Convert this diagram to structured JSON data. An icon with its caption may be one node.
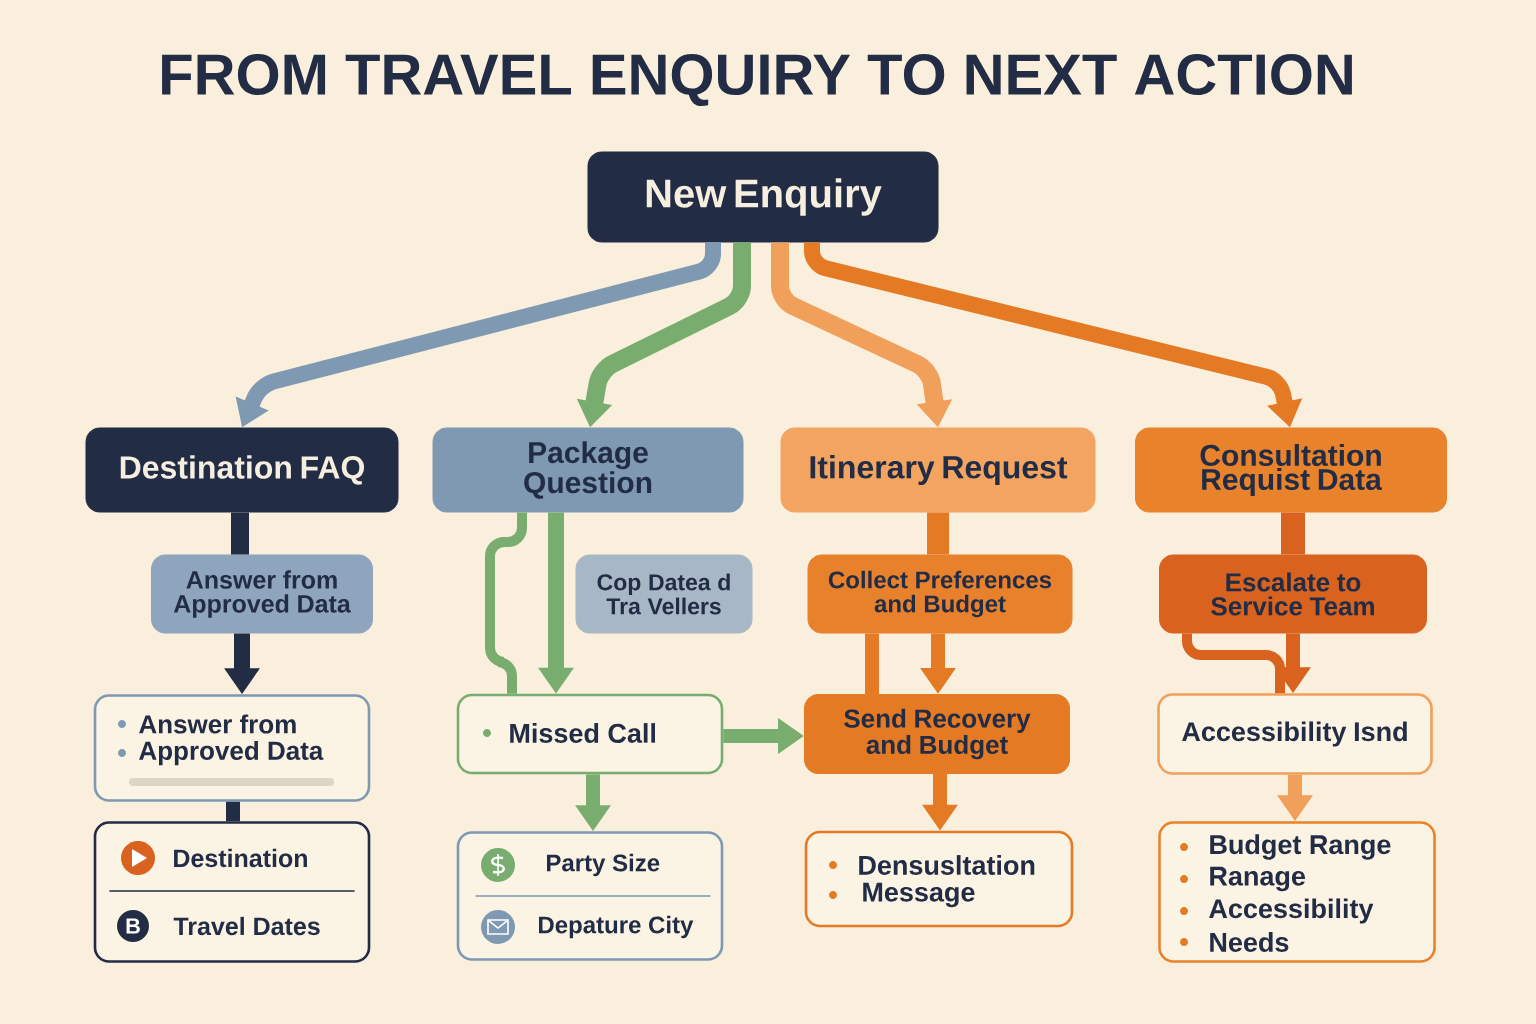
{
  "diagram": {
    "title": "FROM TRAVEL ENQUIRY TO NEXT ACTION",
    "nodes": [
      {
        "text": [
          "New Enquiry"
        ]
      },
      {
        "text": [
          "Destination FAQ"
        ]
      },
      {
        "text": [
          "Package Question"
        ]
      },
      {
        "text": [
          "Itinerary Request"
        ]
      },
      {
        "text": [
          "Consultation Requist Data"
        ]
      },
      {
        "text": [
          "Answer from Approved Data"
        ]
      },
      {
        "text": [
          "Cop Datea d Tra Vellers"
        ]
      },
      {
        "text": [
          "Collect Preferences and Budget"
        ]
      },
      {
        "text": [
          "Escalate to Service Team"
        ]
      },
      {
        "text": [
          "Answer from",
          "Approved Data"
        ]
      },
      {
        "text": [
          "Missed Call"
        ]
      },
      {
        "text": [
          "Send Recovery and Budget"
        ]
      },
      {
        "text": [
          "Accessibility Isnd"
        ]
      },
      {
        "text": [
          "Destination",
          "B",
          "Travel Dates"
        ]
      },
      {
        "text": [
          "Party Size",
          "Depature City"
        ]
      },
      {
        "text": [
          "Densusltation",
          "Message"
        ]
      },
      {
        "text": [
          "Budget Range",
          "Ranage",
          "Accessibility",
          "Needs"
        ]
      }
    ],
    "edges": [
      {
        "from": 0,
        "to": 1,
        "arrow": "to",
        "color": "#7f99b3"
      },
      {
        "from": 0,
        "to": 2,
        "arrow": "to",
        "color": "#79ad70"
      },
      {
        "from": 0,
        "to": 3,
        "arrow": "to",
        "color": "#f0a05a"
      },
      {
        "from": 0,
        "to": 4,
        "arrow": "to",
        "color": "#e57a25"
      },
      {
        "from": 1,
        "to": 5,
        "arrow": "none",
        "color": "#232c45"
      },
      {
        "from": 5,
        "to": 9,
        "arrow": "to",
        "color": "#232c45"
      },
      {
        "from": 9,
        "to": 13,
        "arrow": "none",
        "color": "#232c45"
      },
      {
        "from": 2,
        "to": 10,
        "arrow": "none",
        "color": "#79ad70"
      },
      {
        "from": 2,
        "to": 10,
        "arrow": "to",
        "color": "#79ad70"
      },
      {
        "from": 10,
        "to": 11,
        "arrow": "to",
        "color": "#79ad70"
      },
      {
        "from": 10,
        "to": 14,
        "arrow": "to",
        "color": "#79ad70"
      },
      {
        "from": 3,
        "to": 7,
        "arrow": "none",
        "color": "#e57a25"
      },
      {
        "from": 7,
        "to": 11,
        "arrow": "none",
        "color": "#e57a25"
      },
      {
        "from": 7,
        "to": 11,
        "arrow": "to",
        "color": "#e57a25"
      },
      {
        "from": 11,
        "to": 15,
        "arrow": "to",
        "color": "#e57a25"
      },
      {
        "from": 4,
        "to": 8,
        "arrow": "none",
        "color": "#d9621f"
      },
      {
        "from": 8,
        "to": 12,
        "arrow": "none",
        "color": "#d9621f"
      },
      {
        "from": 8,
        "to": 12,
        "arrow": "to",
        "color": "#d9621f"
      },
      {
        "from": 12,
        "to": 16,
        "arrow": "to",
        "color": "#f0a05a"
      }
    ]
  }
}
